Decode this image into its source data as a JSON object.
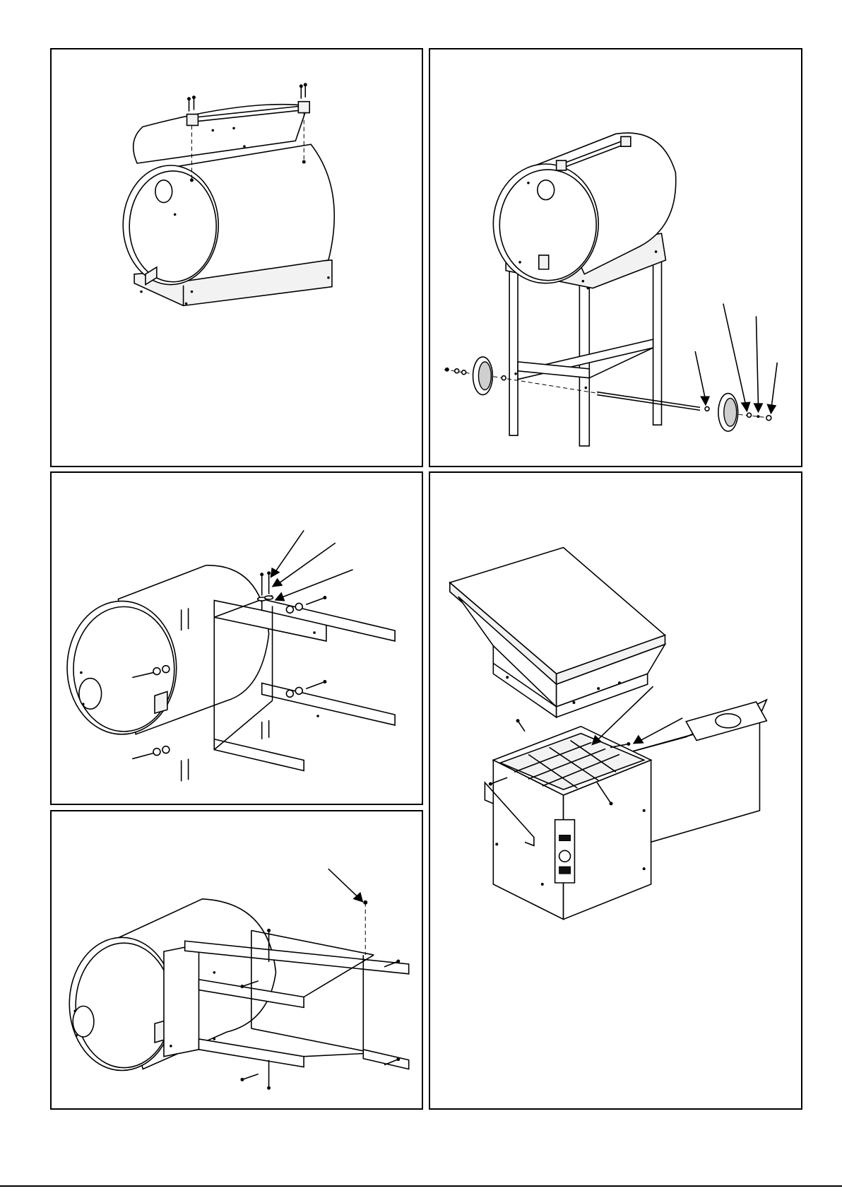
{
  "document": {
    "panels": [
      {
        "id": "lid-hinge-step"
      },
      {
        "id": "wheel-axle-step"
      },
      {
        "id": "leg-bolt-step"
      },
      {
        "id": "hopper-assembly-step"
      },
      {
        "id": "leg-frame-step"
      }
    ]
  }
}
